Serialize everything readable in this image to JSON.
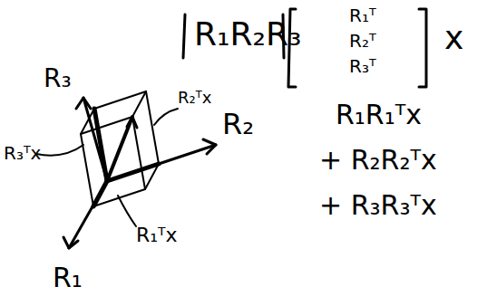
{
  "diagram": {
    "labels": [
      "R₁R₂R₃",
      "R₁ᵀ",
      "R₂ᵀ",
      "R₃ᵀ",
      "x",
      "R₁R₁ᵀx",
      "+ R₂R₂ᵀx",
      "+ R₃R₃ᵀx",
      "R₃",
      "R₂ᵀx",
      "R₂",
      "R₃ᵀx",
      "R₁ᵀx",
      "R₁"
    ]
  }
}
